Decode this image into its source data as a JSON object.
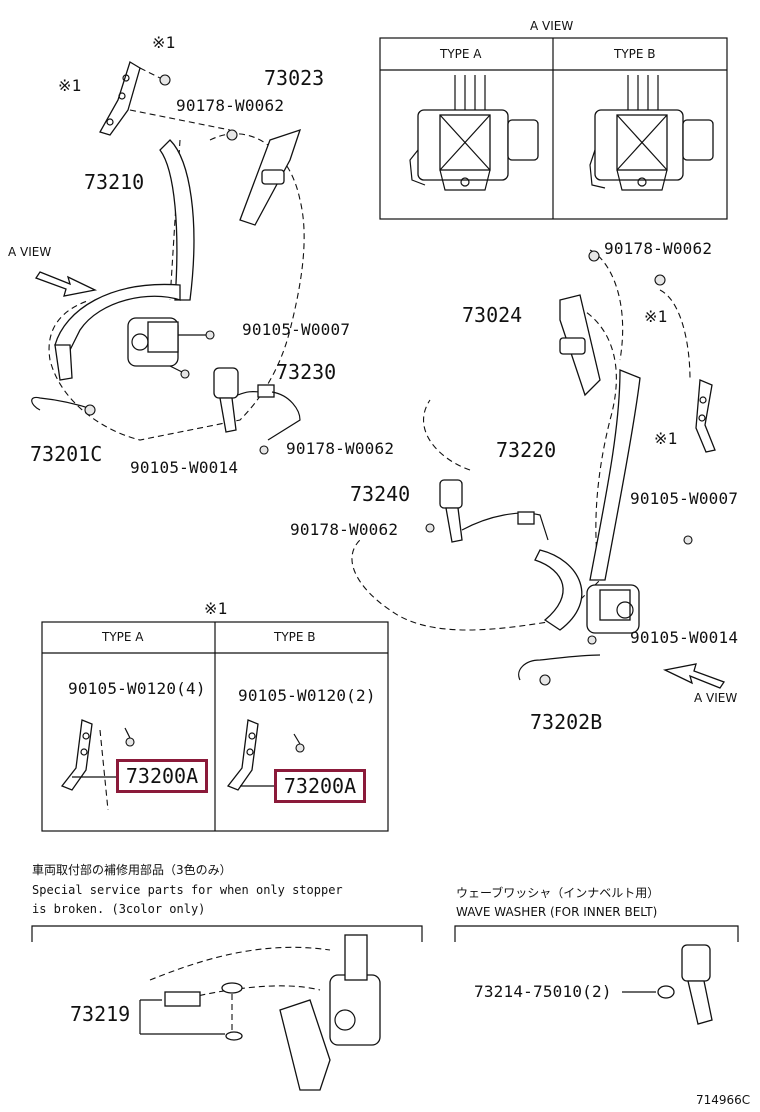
{
  "labels": {
    "l_73023": "73023",
    "l_73210": "73210",
    "l_90178_top": "90178-W0062",
    "l_star_top": "※1",
    "l_star_left": "※1",
    "l_aview_left": "A VIEW",
    "l_90105_w0007_left": "90105-W0007",
    "l_73230": "73230",
    "l_73201c": "73201C",
    "l_90105_w0014_left": "90105-W0014",
    "l_90178_mid_left": "90178-W0062",
    "l_aview_title": "A VIEW",
    "l_typea_top": "TYPE A",
    "l_typeb_top": "TYPE B",
    "l_90178_right_top": "90178-W0062",
    "l_star_right1": "※1",
    "l_73024": "73024",
    "l_star_right2": "※1",
    "l_73220": "73220",
    "l_73240": "73240",
    "l_90105_w0007_right": "90105-W0007",
    "l_90178_right_mid": "90178-W0062",
    "l_90105_w0014_right": "90105-W0014",
    "l_aview_right": "A VIEW",
    "l_73202b": "73202B",
    "l_star_box": "※1",
    "l_typea_box": "TYPE A",
    "l_typeb_box": "TYPE B",
    "l_w0120_4": "90105-W0120(4)",
    "l_w0120_2": "90105-W0120(2)",
    "l_73200a_left": "73200A",
    "l_73200a_right": "73200A",
    "l_jp_service": "車両取付部の補修用部品（3色のみ）",
    "l_en_service_1": "Special service parts for when only stopper",
    "l_en_service_2": " is broken. (3color only)",
    "l_jp_washer": "ウェーブワッシャ（インナベルト用）",
    "l_en_washer": "WAVE WASHER (FOR INNER BELT)",
    "l_73219": "73219",
    "l_73214": "73214-75010(2)",
    "l_code": "714966C"
  },
  "colors": {
    "highlight": "#8b1a3a",
    "line": "#111111"
  }
}
